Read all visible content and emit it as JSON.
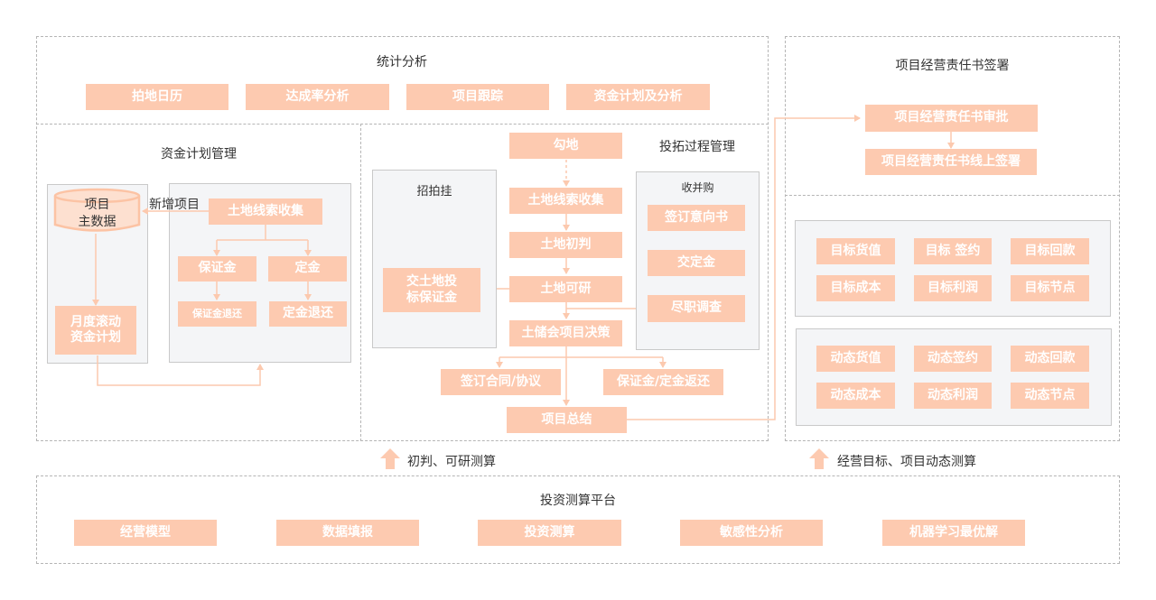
{
  "stats": {
    "title": "统计分析",
    "items": [
      "拍地日历",
      "达成率分析",
      "项目跟踪",
      "资金计划及分析"
    ]
  },
  "fund": {
    "title": "资金计划管理",
    "master_data": "项目\n主数据",
    "new_project_label": "新增项目",
    "monthly_plan": "月度滚动\n资金计划",
    "clue_collect": "土地线索收集",
    "deposit": "保证金",
    "down_payment": "定金",
    "deposit_return": "保证金退还",
    "down_payment_return": "定金退还"
  },
  "expansion": {
    "title": "投拓过程管理",
    "gou_di": "勾地",
    "clue_collect": "土地线索收集",
    "prelim": "土地初判",
    "feasibility": "土地可研",
    "decision": "土储会项目决策",
    "sign_contract": "签订合同/协议",
    "deposit_refund": "保证金/定金返还",
    "summary": "项目总结",
    "auction": {
      "title": "招拍挂",
      "bid_deposit": "交土地投\n标保证金"
    },
    "mna": {
      "title": "收并购",
      "steps": [
        "签订意向书",
        "交定金",
        "尽职调查"
      ]
    }
  },
  "responsibility": {
    "title": "项目经营责任书签署",
    "approve": "项目经营责任书审批",
    "sign_online": "项目经营责任书线上签署"
  },
  "targets": {
    "target_items": [
      "目标货值",
      "目标 签约",
      "目标回款",
      "目标成本",
      "目标利润",
      "目标节点"
    ],
    "dynamic_items": [
      "动态货值",
      "动态签约",
      "动态回款",
      "动态成本",
      "动态利润",
      "动态节点"
    ]
  },
  "arrows": {
    "left_label": "初判、可研测算",
    "right_label": "经营目标、项目动态测算"
  },
  "platform": {
    "title": "投资测算平台",
    "items": [
      "经营模型",
      "数据填报",
      "投资测算",
      "敏感性分析",
      "机器学习最优解"
    ]
  },
  "colors": {
    "box_fill": "#fdcab0",
    "connector": "#fcc9ae",
    "panel_fill": "#f4f5f7",
    "dash_border": "#b5b5b5"
  }
}
